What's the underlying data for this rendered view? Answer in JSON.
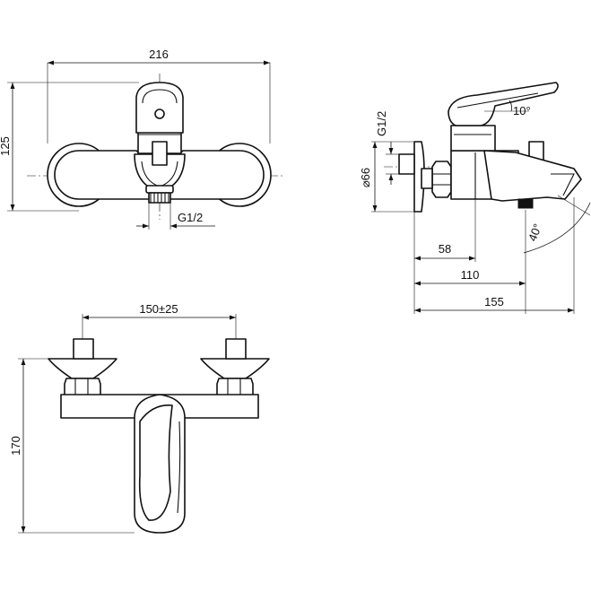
{
  "dimensions": {
    "front_width": "216",
    "front_height": "125",
    "front_thread": "G1/2",
    "side_thread": "G1/2",
    "side_diameter": "⌀66",
    "side_lever_angle": "10°",
    "side_spout_angle": "40°",
    "side_depth_1": "58",
    "side_depth_2": "110",
    "side_depth_3": "155",
    "top_centers": "150±25",
    "top_height": "170"
  },
  "colors": {
    "line": "#111111",
    "background": "#ffffff"
  }
}
